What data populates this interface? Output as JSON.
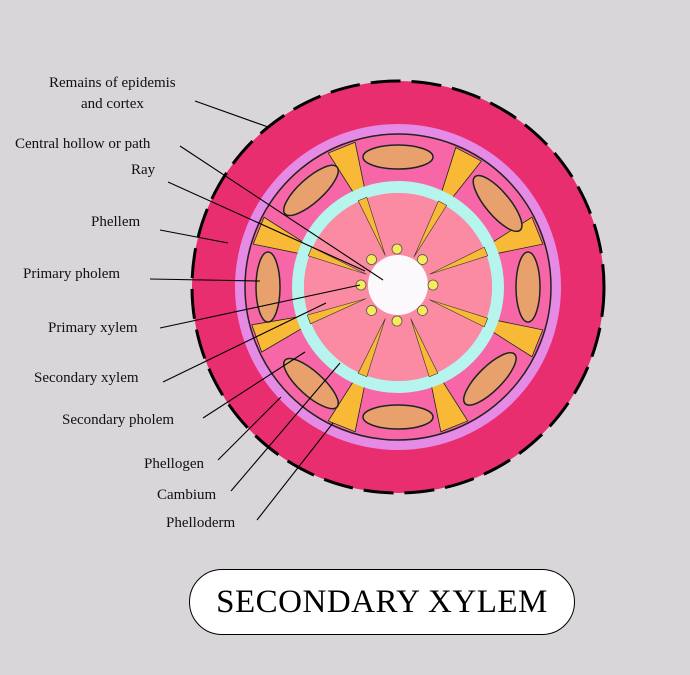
{
  "title": "SECONDARY XYLEM",
  "labels": {
    "remains_line1": "Remains of epidemis",
    "remains_line2": "and cortex",
    "central_hollow": "Central hollow or path",
    "ray": "Ray",
    "phellem": "Phellem",
    "primary_pholem": "Primary pholem",
    "primary_xylem": "Primary xylem",
    "secondary_xylem": "Secondary xylem",
    "secondary_pholem": "Secondary pholem",
    "phellogen": "Phellogen",
    "cambium": "Cambium",
    "phelloderm": "Phelloderm"
  },
  "colors": {
    "background": "#d8d6d9",
    "outer_cortex": "#e92e6f",
    "phelloderm_ring": "#e58be6",
    "phloem_zone": "#f767a7",
    "cambium_ring": "#b5f5ee",
    "xylem": "#fb8aa3",
    "ray": "#f7b936",
    "phloem_patch": "#e8a06d",
    "primary_xylem_dot": "#f6ec5a",
    "hollow": "#fbf9fb"
  }
}
